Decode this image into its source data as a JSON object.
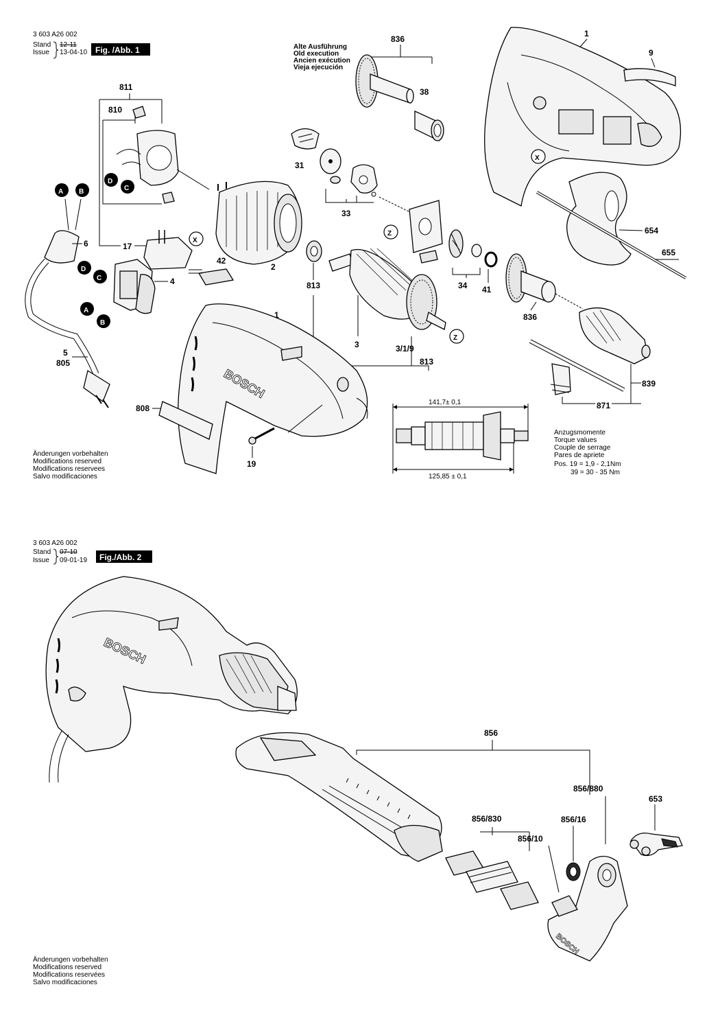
{
  "fig1": {
    "doc_number": "3 603 A26 002",
    "stand_label": "Stand",
    "issue_label": "Issue",
    "stand_value": "12-11",
    "issue_value": "13-04-10",
    "fig_tag": "Fig. /Abb. 1",
    "old_execution": [
      "Alte Ausführung",
      "Old execution",
      "Ancien exécution",
      "Vieja ejecución"
    ],
    "changes": [
      "Änderungen vorbehalten",
      "Modifications reserved",
      "Modifications reservees",
      "Salvo modificaciones"
    ],
    "torque": {
      "lines": [
        "Anzugsmomente",
        "Torque values",
        "Couple de serrage",
        "Pares de apriete"
      ],
      "pos19": "Pos. 19  =  1,9  -  2,1Nm",
      "pos39": "39  =  30  -  35 Nm"
    },
    "dimensions": {
      "top": "141,7± 0,1",
      "bottom": "125,85 ± 0,1"
    },
    "brand": "BOSCH",
    "labels": {
      "l836a": "836",
      "l1a": "1",
      "l9": "9",
      "l38": "38",
      "l811": "811",
      "l810": "810",
      "l31": "31",
      "l33": "33",
      "l654": "654",
      "l655": "655",
      "l6": "6",
      "l17": "17",
      "l42": "42",
      "l2": "2",
      "l4": "4",
      "l813a": "813",
      "l34": "34",
      "l41": "41",
      "l836b": "836",
      "l1b": "1",
      "l3": "3",
      "l319": "3/1/9",
      "l813b": "813",
      "l5": "5",
      "l805": "805",
      "l839": "839",
      "l871": "871",
      "l808": "808",
      "l19": "19"
    },
    "markers": {
      "A": "A",
      "B": "B",
      "C": "C",
      "D": "D",
      "X": "X",
      "Z": "Z"
    }
  },
  "fig2": {
    "doc_number": "3 603 A26 002",
    "stand_label": "Stand",
    "issue_label": "Issue",
    "stand_value": "07-10",
    "issue_value": "09-01-19",
    "fig_tag": "Fig./Abb. 2",
    "changes": [
      "Änderungen vorbehalten",
      "Modifications reserved",
      "Modifications reservées",
      "Salvo modificaciones"
    ],
    "brand": "BOSCH",
    "labels": {
      "l856": "856",
      "l856_880": "856/880",
      "l653": "653",
      "l856_830": "856/830",
      "l856_16": "856/16",
      "l856_10": "856/10"
    }
  }
}
